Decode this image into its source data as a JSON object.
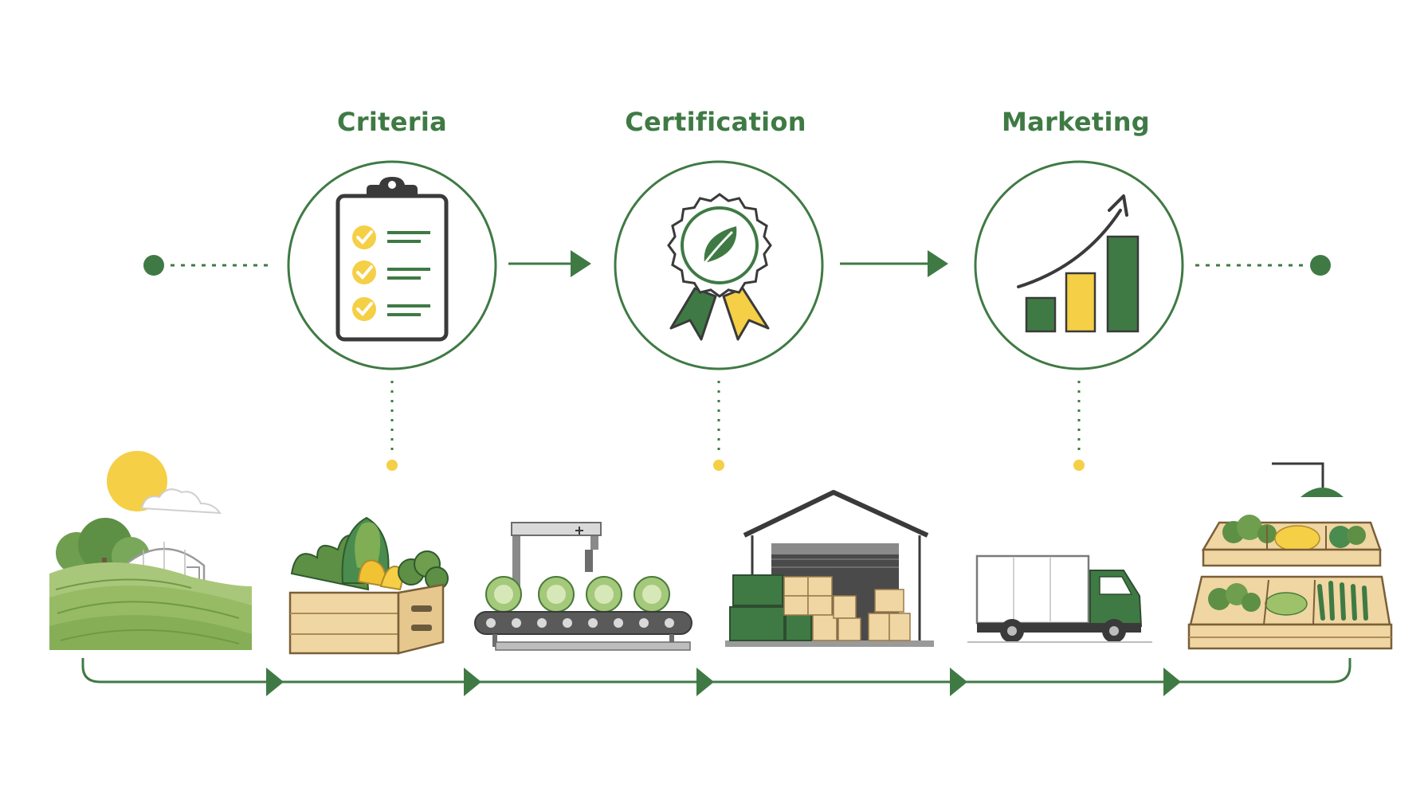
{
  "colors": {
    "green": "#3f7a44",
    "dark_green": "#2e6b39",
    "mid_green": "#4a8b4f",
    "light_green": "#9ec26a",
    "yellow": "#f5cf45",
    "gold": "#f1c232",
    "wood": "#efd6a2",
    "wood_line": "#b08a55",
    "outline": "#3a3a3a",
    "gray": "#6d6d6d",
    "white": "#ffffff"
  },
  "steps": [
    {
      "title": "Criteria",
      "icon": "clipboard-checklist-icon"
    },
    {
      "title": "Certification",
      "icon": "award-ribbon-leaf-icon"
    },
    {
      "title": "Marketing",
      "icon": "growth-bar-chart-icon"
    }
  ],
  "supply_chain": [
    {
      "icon": "farm-fields-greenhouse-icon"
    },
    {
      "icon": "vegetable-crate-icon"
    },
    {
      "icon": "processing-conveyor-icon"
    },
    {
      "icon": "warehouse-storage-icon"
    },
    {
      "icon": "delivery-truck-icon"
    },
    {
      "icon": "market-produce-stall-icon"
    }
  ]
}
